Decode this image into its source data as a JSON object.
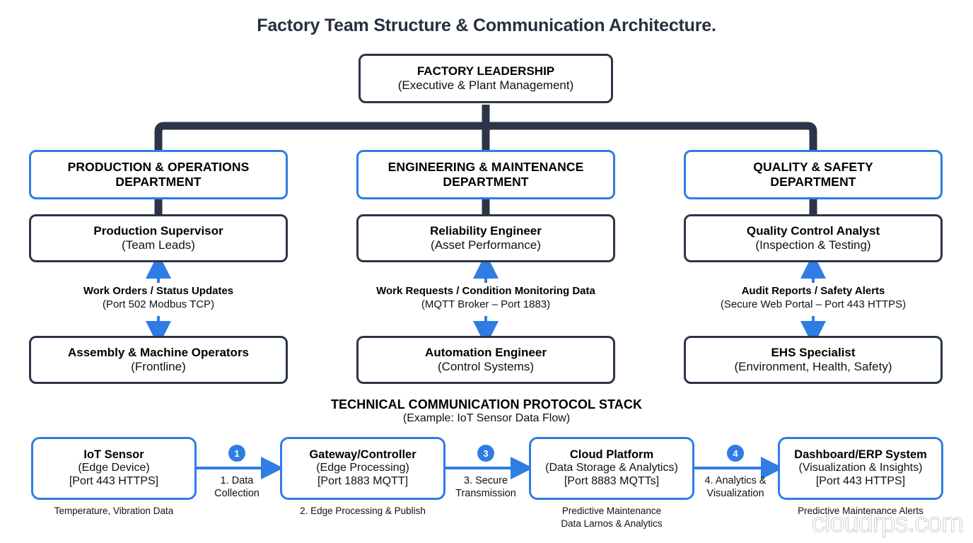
{
  "title": "Factory Team Structure & Communication Architecture.",
  "colors": {
    "navy": "#2b3547",
    "blue": "#2f7ce5",
    "white": "#ffffff",
    "text": "#111111"
  },
  "leadership": {
    "head": "FACTORY LEADERSHIP",
    "sub": "(Executive & Plant Management)"
  },
  "columns": [
    {
      "department": {
        "head": "PRODUCTION & OPERATIONS",
        "head2": "DEPARTMENT"
      },
      "role_upper": {
        "head": "Production Supervisor",
        "sub": "(Team Leads)"
      },
      "channel": {
        "line1": "Work Orders / Status Updates",
        "line2": "(Port 502 Modbus TCP)"
      },
      "role_lower": {
        "head": "Assembly & Machine Operators",
        "sub": "(Frontline)"
      }
    },
    {
      "department": {
        "head": "ENGINEERING & MAINTENANCE",
        "head2": "DEPARTMENT"
      },
      "role_upper": {
        "head": "Reliability Engineer",
        "sub": "(Asset Performance)"
      },
      "channel": {
        "line1": "Work Requests / Condition Monitoring Data",
        "line2": "(MQTT Broker – Port 1883)"
      },
      "role_lower": {
        "head": "Automation Engineer",
        "sub": "(Control Systems)"
      }
    },
    {
      "department": {
        "head": "QUALITY & SAFETY",
        "head2": "DEPARTMENT"
      },
      "role_upper": {
        "head": "Quality Control Analyst",
        "sub": "(Inspection & Testing)"
      },
      "channel": {
        "line1": "Audit Reports / Safety Alerts",
        "line2": "(Secure Web Portal – Port 443 HTTPS)"
      },
      "role_lower": {
        "head": "EHS Specialist",
        "sub": "(Environment, Health, Safety)"
      }
    }
  ],
  "stack": {
    "heading": "TECHNICAL COMMUNICATION PROTOCOL STACK",
    "subheading": "(Example: IoT Sensor Data Flow)",
    "nodes": [
      {
        "head": "IoT Sensor",
        "sub1": "(Edge Device)",
        "sub2": "[Port 443 HTTPS]",
        "caption": "Temperature, Vibration Data",
        "caption2": ""
      },
      {
        "head": "Gateway/Controller",
        "sub1": "(Edge Processing)",
        "sub2": "[Port 1883 MQTT]",
        "caption": "2. Edge Processing & Publish",
        "caption2": ""
      },
      {
        "head": "Cloud Platform",
        "sub1": "(Data Storage & Analytics)",
        "sub2": "[Port 8883 MQTTs]",
        "caption": "Predictive Maintenance",
        "caption2": "Data Larnos & Analytics"
      },
      {
        "head": "Dashboard/ERP System",
        "sub1": "(Visualization & Insights)",
        "sub2": "[Port 443 HTTPS]",
        "caption": "Predictive Maintenance Alerts",
        "caption2": ""
      }
    ],
    "steps": [
      {
        "badge": "1",
        "line1": "1. Data",
        "line2": "Collection"
      },
      {
        "badge": "3",
        "line1": "3. Secure",
        "line2": "Transmission"
      },
      {
        "badge": "4",
        "line1": "4. Analytics &",
        "line2": "Visualization"
      }
    ]
  },
  "watermark": "cloudrps.com"
}
